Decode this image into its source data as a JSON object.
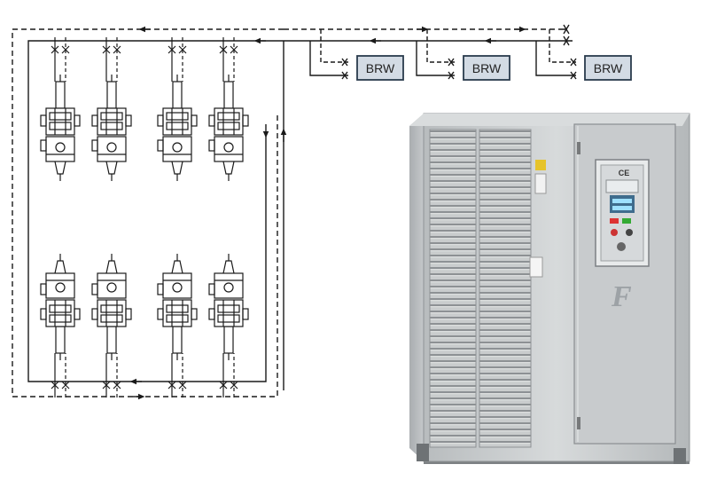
{
  "diagram": {
    "units": [
      {
        "label": "BRW"
      },
      {
        "label": "BRW"
      },
      {
        "label": "BRW"
      }
    ],
    "colors": {
      "line": "#1a1a1a",
      "box_fill": "#d3dbe4",
      "box_stroke": "#2a3b4c",
      "steel": "#c7cacc"
    }
  },
  "cabinet": {
    "marking": "CE",
    "logo": "F"
  }
}
